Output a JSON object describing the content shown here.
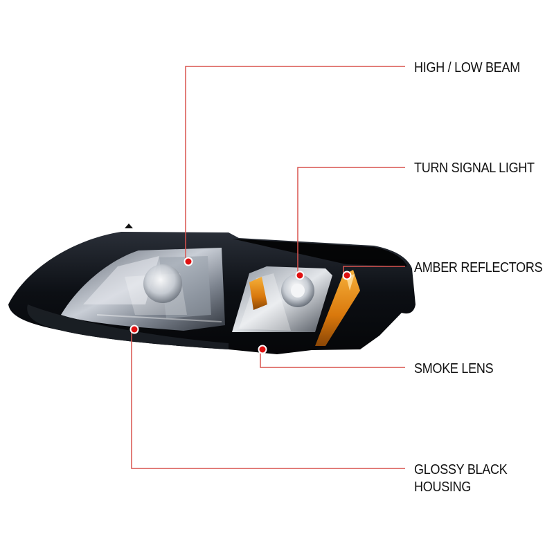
{
  "colors": {
    "leader_line": "#d9534f",
    "marker_fill": "#e01010",
    "marker_ring": "#ffffff",
    "label_text": "#111111",
    "amber": "#e08a10",
    "housing": "#0c0f14"
  },
  "callouts": [
    {
      "id": "high-low-beam",
      "lines": [
        "HIGH / LOW BEAM"
      ]
    },
    {
      "id": "turn-signal-light",
      "lines": [
        "TURN SIGNAL LIGHT"
      ]
    },
    {
      "id": "amber-reflectors",
      "lines": [
        "AMBER REFLECTORS"
      ]
    },
    {
      "id": "smoke-lens",
      "lines": [
        "SMOKE LENS"
      ]
    },
    {
      "id": "glossy-black-housing",
      "lines": [
        "GLOSSY BLACK",
        "HOUSING"
      ]
    }
  ]
}
